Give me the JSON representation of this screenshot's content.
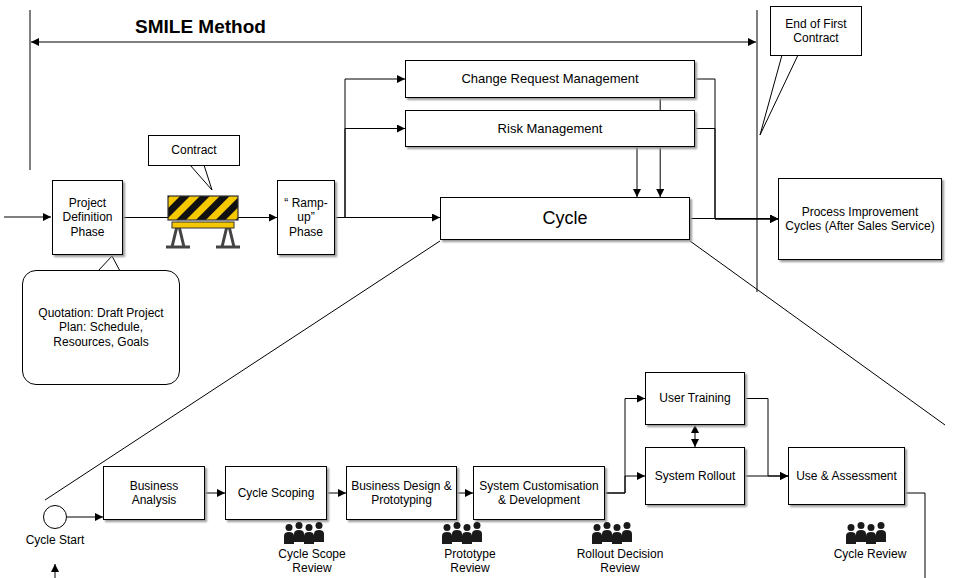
{
  "diagram": {
    "nodes": [
      {
        "text": [
          "Project Definition Phase"
        ]
      },
      {
        "text": [
          "“ Ramp-up” Phase"
        ]
      },
      {
        "text": [
          "Change Request Management"
        ]
      },
      {
        "text": [
          "Risk Management"
        ]
      },
      {
        "text": [
          "Cycle"
        ]
      },
      {
        "text": [
          "Process Improvement Cycles (After Sales Service)"
        ]
      },
      {
        "text": [
          "Contract"
        ]
      },
      {
        "text": [
          "Quotation: Draft Project Plan: Schedule, Resources, Goals"
        ]
      },
      {
        "text": [
          "End of First Contract"
        ]
      },
      {
        "text": [
          "Cycle Start"
        ]
      },
      {
        "text": [
          "Business Analysis"
        ]
      },
      {
        "text": [
          "Cycle Scoping"
        ]
      },
      {
        "text": [
          "Business Design & Prototyping"
        ]
      },
      {
        "text": [
          "System Customisation & Development"
        ]
      },
      {
        "text": [
          "User Training"
        ]
      },
      {
        "text": [
          "System Rollout"
        ]
      },
      {
        "text": [
          "Use & Assessment"
        ]
      }
    ],
    "edges": [
      {
        "from": 0,
        "to": 1,
        "arrow": "to"
      },
      {
        "from": 1,
        "to": 2,
        "arrow": "to"
      },
      {
        "from": 1,
        "to": 3,
        "arrow": "to"
      },
      {
        "from": 1,
        "to": 4,
        "arrow": "to"
      },
      {
        "from": 2,
        "to": 4,
        "arrow": "to"
      },
      {
        "from": 3,
        "to": 4,
        "arrow": "to"
      },
      {
        "from": 2,
        "to": 5,
        "arrow": "to"
      },
      {
        "from": 3,
        "to": 5,
        "arrow": "to"
      },
      {
        "from": 4,
        "to": 5,
        "arrow": "to"
      },
      {
        "from": 9,
        "to": 10,
        "arrow": "to"
      },
      {
        "from": 10,
        "to": 11,
        "arrow": "to"
      },
      {
        "from": 11,
        "to": 12,
        "arrow": "to"
      },
      {
        "from": 12,
        "to": 13,
        "arrow": "to"
      },
      {
        "from": 13,
        "to": 14,
        "arrow": "to"
      },
      {
        "from": 13,
        "to": 15,
        "arrow": "to"
      },
      {
        "from": 14,
        "to": 15,
        "arrow": "both"
      },
      {
        "from": 14,
        "to": 16,
        "arrow": "to"
      },
      {
        "from": 15,
        "to": 16,
        "arrow": "to"
      }
    ],
    "labels": [
      "SMILE Method",
      "Cycle Scope Review",
      "Prototype Review",
      "Rollout Decision Review",
      "Cycle Review"
    ]
  }
}
